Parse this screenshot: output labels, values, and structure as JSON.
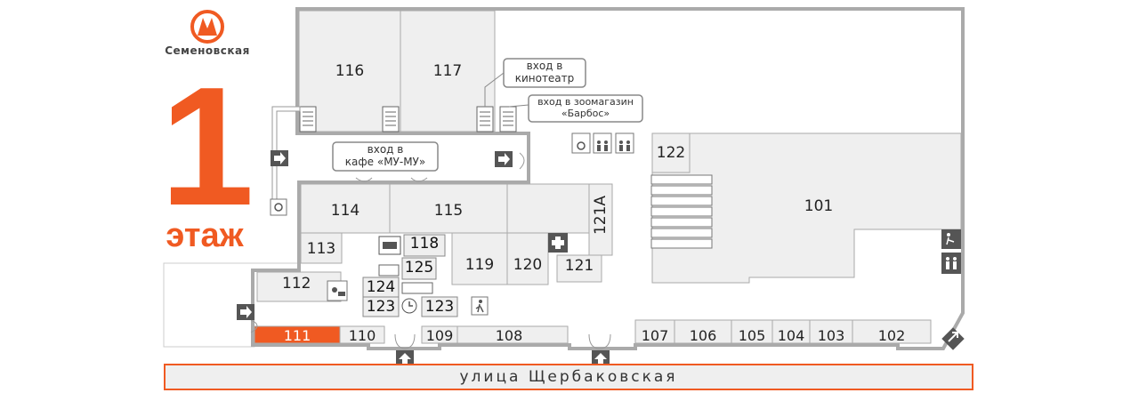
{
  "metro": {
    "station": "Семеновская",
    "logo_letter": "M"
  },
  "floor": {
    "number": "1",
    "word": "этаж"
  },
  "street": "улица Щербаковская",
  "callouts": {
    "cinema": [
      "вход в",
      "кинотеатр"
    ],
    "pet_store": [
      "вход в зоомагазин",
      "«Барбос»"
    ],
    "cafe": [
      "вход в",
      "кафе «МУ-МУ»"
    ]
  },
  "shops": {
    "s101": "101",
    "s102": "102",
    "s103": "103",
    "s104": "104",
    "s105": "105",
    "s106": "106",
    "s107": "107",
    "s108": "108",
    "s109": "109",
    "s110": "110",
    "s111": "111",
    "s112": "112",
    "s113": "113",
    "s114": "114",
    "s115": "115",
    "s116": "116",
    "s117": "117",
    "s118": "118",
    "s119": "119",
    "s120": "120",
    "s121": "121",
    "s121a": "121А",
    "s122": "122",
    "s123a": "123",
    "s123b": "123",
    "s124": "124",
    "s125": "125"
  },
  "colors": {
    "accent": "#f05a22",
    "wall": "#aaaaaa",
    "room": "#efefef",
    "highlight": "#f05a22",
    "icon_bg": "#555555"
  }
}
